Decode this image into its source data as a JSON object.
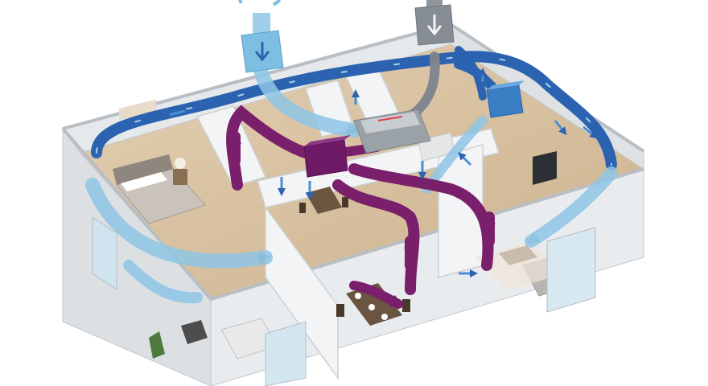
{
  "diagram": {
    "subject": "ventilation-heat-recovery-apartment-cutaway",
    "text_labels": [],
    "colors": {
      "background": "#ffffff",
      "wall_top": "#eceeef",
      "wall_face": "#dfe2e4",
      "wall_edge": "#c4c8cc",
      "floor_wood": "#d9c3a3",
      "floor_wood_dark": "#c7ad88",
      "fresh_air_light": "#8fc6e6",
      "fresh_air_deep": "#2c63b0",
      "exhaust_grey": "#808890",
      "extract_purple": "#7a1f6c",
      "unit_body": "#9aa2a8",
      "unit_panel": "#c8cdd2",
      "box_blue": "#64b4e0",
      "box_purple": "#6e1a66"
    },
    "components": [
      {
        "name": "fresh-air-intake",
        "icon": "blue-duct-box-with-down-arrow"
      },
      {
        "name": "exhaust-outlet",
        "icon": "grey-duct-box-with-down-arrow"
      },
      {
        "name": "heat-recovery-unit",
        "icon": "grey-box-with-panel"
      },
      {
        "name": "supply-distribution-box",
        "icon": "blue-box"
      },
      {
        "name": "extract-collection-box",
        "icon": "purple-box"
      }
    ],
    "flows": [
      {
        "name": "fresh-supply-air",
        "color": "fresh_air_deep"
      },
      {
        "name": "incoming-outside-air",
        "color": "fresh_air_light"
      },
      {
        "name": "stale-extract-air",
        "color": "extract_purple"
      },
      {
        "name": "exhaust-air",
        "color": "exhaust_grey"
      }
    ],
    "rooms": [
      {
        "name": "bedroom-top-left",
        "furniture": [
          "bed",
          "nightstand",
          "lamp",
          "wall-art"
        ]
      },
      {
        "name": "living-room-right",
        "furniture": [
          "sofa",
          "coffee-table",
          "tv",
          "rug"
        ]
      },
      {
        "name": "dining-room-front",
        "furniture": [
          "dining-table",
          "chairs"
        ]
      },
      {
        "name": "bedroom-front-left",
        "furniture": [
          "bed",
          "armchair",
          "window"
        ]
      },
      {
        "name": "kitchen-center",
        "furniture": [
          "table",
          "chairs",
          "counter"
        ]
      }
    ]
  }
}
